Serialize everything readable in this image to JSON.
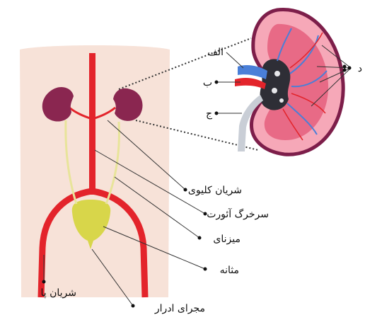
{
  "labels": {
    "renal_artery": "شریان کلیوی",
    "aorta": "سرخرگ آئورت",
    "ureter": "میزنای",
    "bladder": "مثانه",
    "leg_artery": "شریان پا",
    "urethra": "مجرای ادرار",
    "alef": "الف",
    "be": "ب",
    "jim": "ج",
    "dal": "د"
  },
  "colors": {
    "body": "#f7e2d8",
    "artery": "#e3242b",
    "kidney": "#8a2650",
    "bladder": "#d8d64a",
    "ureter": "#e8e49a",
    "cortex": "#f6a8b8",
    "medulla": "#e86a86",
    "pelvis": "#2e2e36",
    "vein": "#4a7fd8",
    "capsule": "#7d1e4a"
  }
}
